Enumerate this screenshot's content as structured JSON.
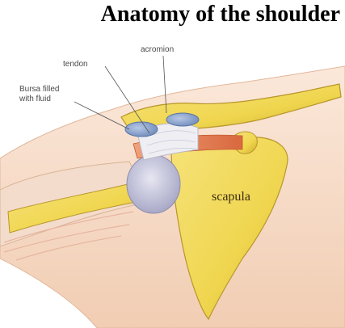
{
  "title": "Anatomy of the shoulder",
  "labels": {
    "acromion": "acromion",
    "tendon": "tendon",
    "bursa_line1": "Bursa filled",
    "bursa_line2": "with fluid",
    "scapula": "scapula"
  },
  "colors": {
    "bone": "#f0d64f",
    "bone_shadow": "#c9a92a",
    "humeral_head": "#cbcbe0",
    "bursa": "#8fa8cf",
    "tendon": "#e8e8ee",
    "muscle": "#e88a5a",
    "skin": "#f7dcc8"
  }
}
